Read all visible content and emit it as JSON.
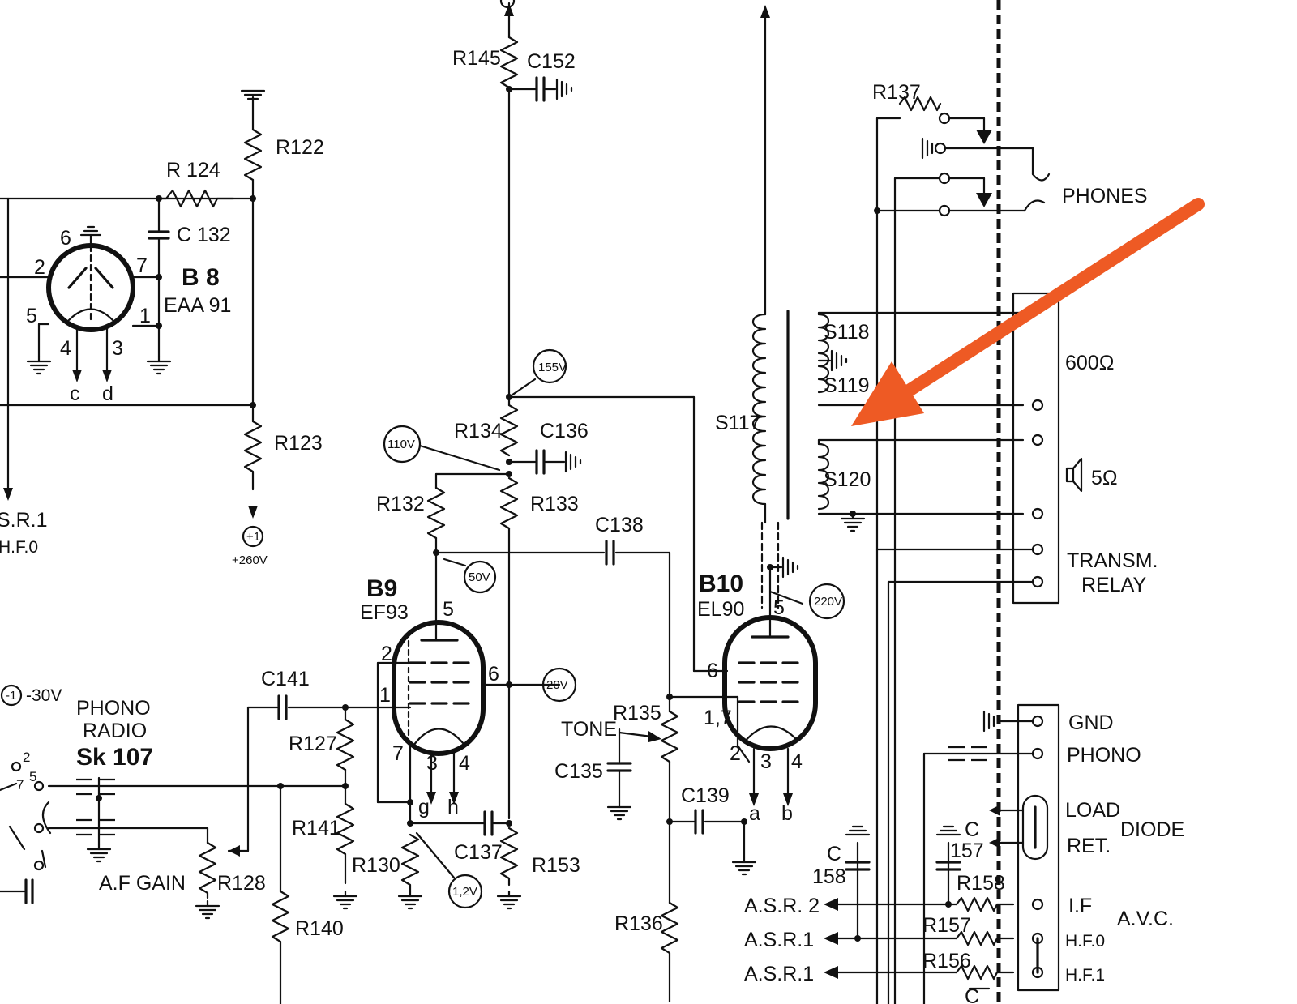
{
  "resistors": {
    "r145": "R145",
    "r122": "R122",
    "r124": "R 124",
    "r123": "R123",
    "r134": "R134",
    "r132": "R132",
    "r133": "R133",
    "r127": "R127",
    "r141": "R141",
    "r130": "R130",
    "r153": "R153",
    "r128": "R128",
    "r140": "R140",
    "r135": "R135",
    "r136": "R136",
    "r137": "R137",
    "r158": "R158",
    "r157": "R157",
    "r156": "R156"
  },
  "capacitors": {
    "c152": "C152",
    "c132": "C 132",
    "c136": "C136",
    "c138": "C138",
    "c141": "C141",
    "c137": "C137",
    "c135": "C135",
    "c139": "C139",
    "c158_letter": "C",
    "c158_num": "158",
    "c157_letter": "C",
    "c157_num": "157",
    "c_bottom": "C"
  },
  "tubes": {
    "b8": {
      "name": "B 8",
      "type": "EAA 91",
      "pins": {
        "p6": "6",
        "p2": "2",
        "p7": "7",
        "p5": "5",
        "p1": "1",
        "p4": "4",
        "p3": "3"
      },
      "outs": {
        "c": "c",
        "d": "d"
      }
    },
    "b9": {
      "name": "B9",
      "type": "EF93",
      "pins": {
        "p5": "5",
        "p2": "2",
        "p6": "6",
        "p1": "1",
        "p7": "7",
        "p3": "3",
        "p4": "4"
      },
      "outs": {
        "g": "g",
        "h": "h"
      }
    },
    "b10": {
      "name": "B10",
      "type": "EL90",
      "pins": {
        "p5": "5",
        "p6": "6",
        "p17": "1,7",
        "p2": "2",
        "p3": "3",
        "p4": "4"
      },
      "outs": {
        "a": "a",
        "b": "b"
      }
    }
  },
  "transformer": {
    "s117": "S117",
    "s118": "S118",
    "s119": "S119",
    "s120": "S120"
  },
  "voltages": {
    "v155": "155V",
    "v110": "110V",
    "v50": "50V",
    "v20": "20V",
    "v220": "220V",
    "v12": "1,2V"
  },
  "supply": {
    "plus1": "+1",
    "plus260": "+260V",
    "minus1": "-1",
    "minus30": "-30V"
  },
  "connectors": {
    "phones": "PHONES",
    "ohm600": "600Ω",
    "ohm5": "5Ω",
    "transm": "TRANSM.",
    "relay": "RELAY",
    "gnd": "GND",
    "phono": "PHONO",
    "load": "LOAD",
    "ret": "RET.",
    "diode": "DIODE",
    "if": "I.F",
    "hf0": "H.F.0",
    "hf1": "H.F.1",
    "avc": "A.V.C."
  },
  "left_edge": {
    "sr1": "S.R.1",
    "hf0": "H.F.0"
  },
  "selector": {
    "phono": "PHONO",
    "radio": "RADIO",
    "sk107": "Sk 107",
    "n2": "2",
    "n5": "5",
    "n7": "7"
  },
  "controls": {
    "tone": "TONE",
    "af_gain": "A.F GAIN"
  },
  "asr": {
    "asr2": "A.S.R. 2",
    "asr1a": "A.S.R.1",
    "asr1b": "A.S.R.1"
  },
  "colors": {
    "ink": "#111111",
    "paper": "#ffffff",
    "arrow": "#ee5a24"
  },
  "icons": [
    "ground-icon",
    "chassis-ground-icon",
    "arrow-icon",
    "speaker-icon"
  ]
}
